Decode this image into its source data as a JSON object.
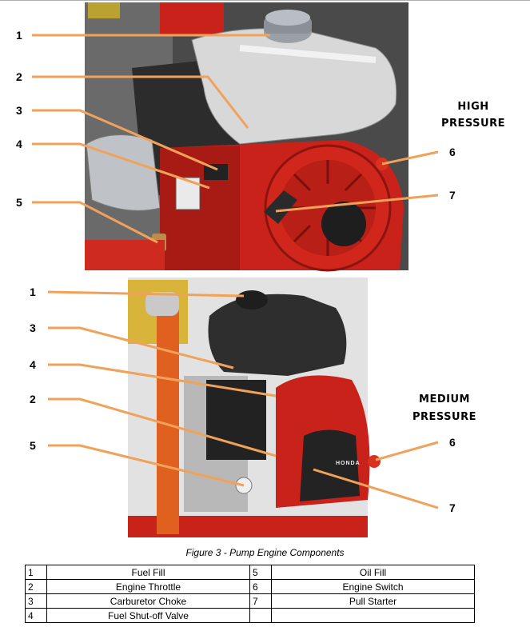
{
  "sections": {
    "high": {
      "title_line1": "HIGH",
      "title_line2": "PRESSURE"
    },
    "medium": {
      "title_line1": "MEDIUM",
      "title_line2": "PRESSURE"
    }
  },
  "callouts": [
    "1",
    "2",
    "3",
    "4",
    "5",
    "6",
    "7"
  ],
  "medium_callouts": [
    "1",
    "3",
    "4",
    "2",
    "5",
    "6",
    "7"
  ],
  "engine_brand": "HONDA",
  "caption": "Figure 3 - Pump Engine Components",
  "legend": [
    {
      "n1": "1",
      "label1": "Fuel Fill",
      "n2": "5",
      "label2": "Oil Fill"
    },
    {
      "n1": "2",
      "label1": "Engine Throttle",
      "n2": "6",
      "label2": "Engine Switch"
    },
    {
      "n1": "3",
      "label1": "Carburetor Choke",
      "n2": "7",
      "label2": "Pull Starter"
    },
    {
      "n1": "4",
      "label1": "Fuel Shut-off Valve",
      "n2": "",
      "label2": ""
    }
  ]
}
